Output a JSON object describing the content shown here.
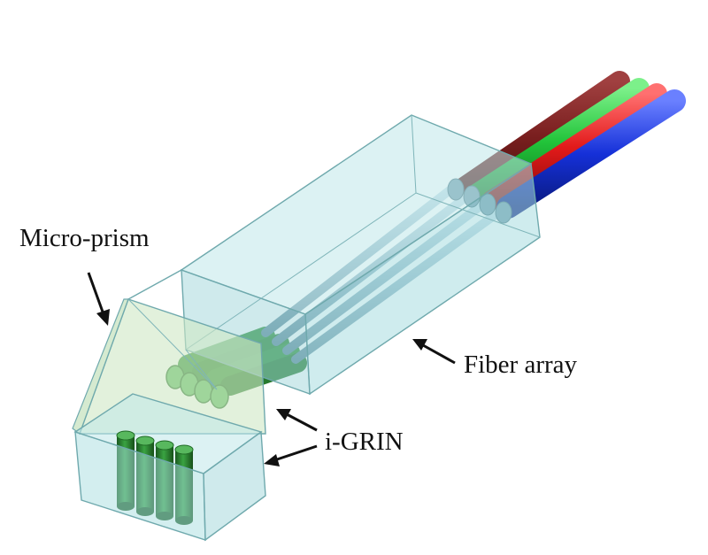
{
  "labels": {
    "micro_prism": "Micro-prism",
    "fiber_array": "Fiber array",
    "igrin": "i-GRIN"
  },
  "colors": {
    "housing_fill": "#a8dde0",
    "housing_edge": "#6fa9ad",
    "prism_fill": "#c7e3bd",
    "grin_dark": "#1f6b25",
    "grin_mid": "#2f8f36",
    "grin_light": "#58b85e",
    "ferrule": "#8fb4c4",
    "fiber_red_dark": "#7a1f1f",
    "fiber_green": "#22c43a",
    "fiber_red": "#e21a1a",
    "fiber_blue": "#1530d8",
    "arrow": "#111111"
  },
  "fibers": [
    "dark-red",
    "green",
    "red",
    "blue"
  ]
}
